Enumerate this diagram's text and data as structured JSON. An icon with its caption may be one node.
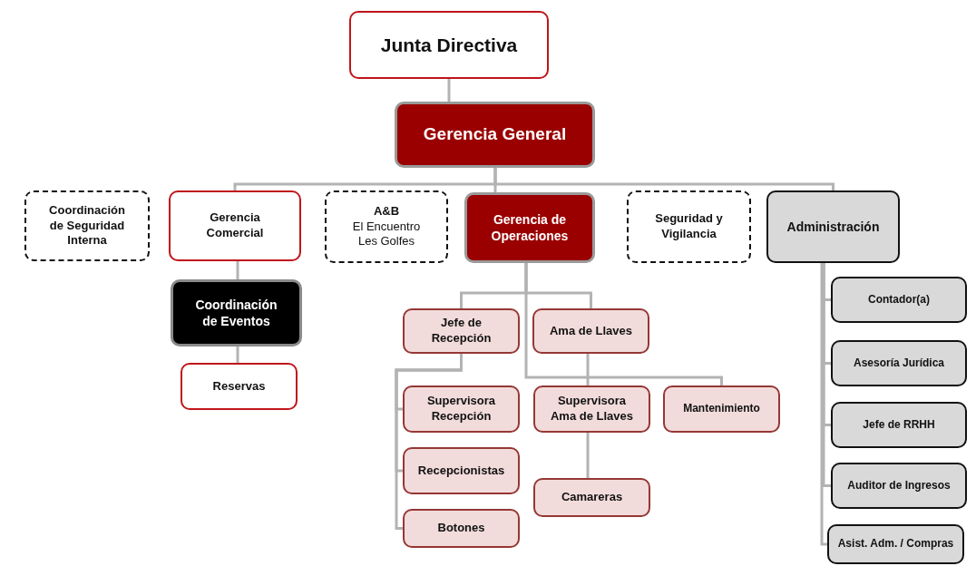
{
  "diagram": {
    "nodes": [
      {
        "text": [
          "Junta Directiva"
        ]
      },
      {
        "text": [
          "Gerencia General"
        ]
      },
      {
        "text": [
          "Coordinación de Seguridad Interna"
        ]
      },
      {
        "text": [
          "Gerencia Comercial"
        ]
      },
      {
        "text": [
          "A&B",
          "El Encuentro Les Golfes"
        ]
      },
      {
        "text": [
          "Gerencia de Operaciones"
        ]
      },
      {
        "text": [
          "Seguridad y Vigilancia"
        ]
      },
      {
        "text": [
          "Administración"
        ]
      },
      {
        "text": [
          "Coordinación de Eventos"
        ]
      },
      {
        "text": [
          "Reservas"
        ]
      },
      {
        "text": [
          "Jefe de Recepción"
        ]
      },
      {
        "text": [
          "Ama de Llaves"
        ]
      },
      {
        "text": [
          "Supervisora Recepción"
        ]
      },
      {
        "text": [
          "Supervisora Ama de Llaves"
        ]
      },
      {
        "text": [
          "Mantenimiento"
        ]
      },
      {
        "text": [
          "Recepcionistas"
        ]
      },
      {
        "text": [
          "Camareras"
        ]
      },
      {
        "text": [
          "Botones"
        ]
      },
      {
        "text": [
          "Contador(a)"
        ]
      },
      {
        "text": [
          "Asesoría Jurídica"
        ]
      },
      {
        "text": [
          "Jefe de RRHH"
        ]
      },
      {
        "text": [
          "Auditor de Ingresos"
        ]
      },
      {
        "text": [
          "Asist. Adm. / Compras"
        ]
      }
    ],
    "edges": [
      {
        "from": 0,
        "to": 1,
        "arrow": "none"
      },
      {
        "from": 1,
        "to": 3,
        "arrow": "none"
      },
      {
        "from": 1,
        "to": 5,
        "arrow": "none"
      },
      {
        "from": 1,
        "to": 7,
        "arrow": "none"
      },
      {
        "from": 3,
        "to": 8,
        "arrow": "none"
      },
      {
        "from": 8,
        "to": 9,
        "arrow": "none"
      },
      {
        "from": 5,
        "to": 10,
        "arrow": "none"
      },
      {
        "from": 5,
        "to": 11,
        "arrow": "none"
      },
      {
        "from": 5,
        "to": 14,
        "arrow": "none"
      },
      {
        "from": 11,
        "to": 13,
        "arrow": "none"
      },
      {
        "from": 13,
        "to": 16,
        "arrow": "none"
      },
      {
        "from": 10,
        "to": 12,
        "arrow": "none"
      },
      {
        "from": 10,
        "to": 15,
        "arrow": "none"
      },
      {
        "from": 10,
        "to": 17,
        "arrow": "none"
      },
      {
        "from": 7,
        "to": 18,
        "arrow": "none"
      },
      {
        "from": 7,
        "to": 19,
        "arrow": "none"
      },
      {
        "from": 7,
        "to": 20,
        "arrow": "none"
      },
      {
        "from": 7,
        "to": 21,
        "arrow": "none"
      },
      {
        "from": 7,
        "to": 22,
        "arrow": "none"
      }
    ]
  }
}
